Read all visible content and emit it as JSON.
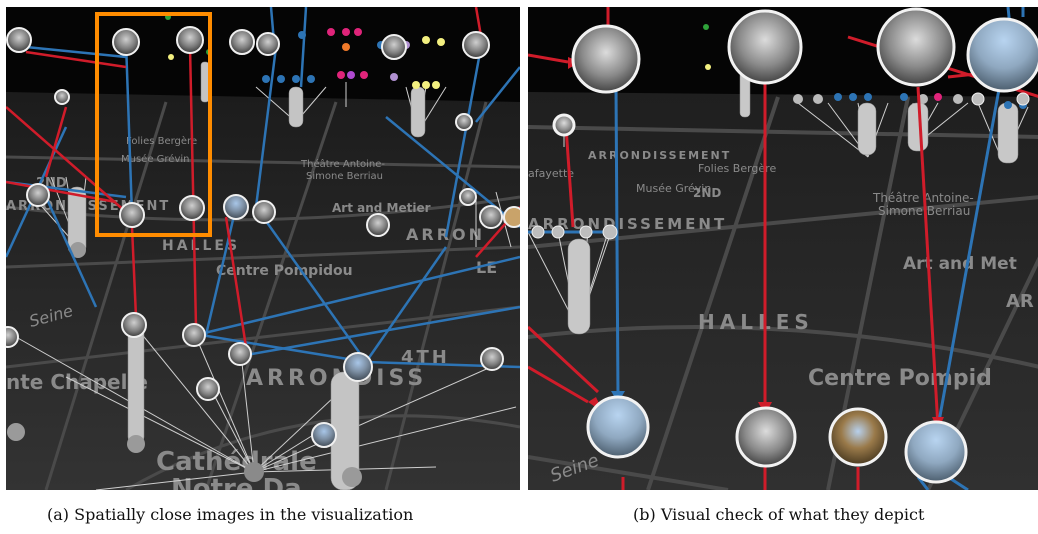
{
  "panels": [
    {
      "id": "a",
      "caption": "(a) Spatially close images in the visualization",
      "map_labels": [
        "2ND",
        "ARRONDISSEMENT",
        "HALLES",
        "Centre Pompidou",
        "Art and Metier",
        "ARRON",
        "4TH",
        "ARRONDISS",
        "Seine",
        "nte Chapelle",
        "Cathédrale",
        "Notre Da",
        "Théâtre Antoine-",
        "Simone Berriau",
        "Musée Grévin",
        "Folies Bergère",
        "LE"
      ],
      "highlight_color": "#ff8c00"
    },
    {
      "id": "b",
      "caption": "(b) Visual check of what they depict",
      "map_labels": [
        "2ND",
        "ARRONDISSEMENT",
        "ARRONDISSEMENT",
        "HALLES",
        "Centre Pompid",
        "Art and Met",
        "AR",
        "Seine",
        "Théâtre Antoine-",
        "Simone Berriau",
        "Musée Grévin",
        "Folies Bergère",
        "afayette"
      ]
    }
  ],
  "colors": {
    "background": "#050505",
    "map_ground": "#2e2e2e",
    "street": "#454545",
    "edge_red": "#d01c2a",
    "edge_blue": "#2d74b5",
    "stem": "#d8d8d8",
    "node_ring": "#f0f0f0"
  }
}
